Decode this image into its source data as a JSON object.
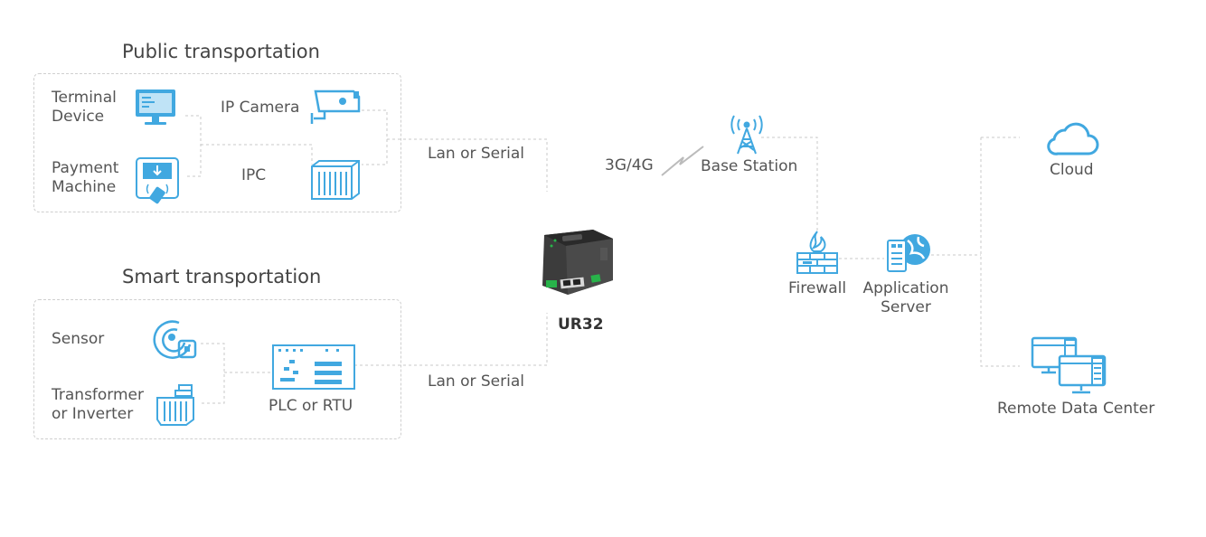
{
  "groups": {
    "public": {
      "title": "Public transportation",
      "terminal_device": "Terminal\nDevice",
      "payment_machine": "Payment\nMachine",
      "ip_camera": "IP Camera",
      "ipc": "IPC"
    },
    "smart": {
      "title": "Smart transportation",
      "sensor": "Sensor",
      "transformer": "Transformer\nor Inverter",
      "plc": "PLC or RTU"
    }
  },
  "links": {
    "lan_top": "Lan or Serial",
    "lan_bottom": "Lan or Serial",
    "cellular": "3G/4G"
  },
  "router": {
    "label": "UR32"
  },
  "network": {
    "base_station": "Base Station",
    "firewall": "Firewall",
    "application_server": "Application\nServer",
    "cloud": "Cloud",
    "remote_data_center": "Remote Data Center"
  },
  "colors": {
    "icon": "#41a8e0",
    "line": "#c8c8c8",
    "device": "#3c3c3c",
    "port_green": "#28b34a"
  }
}
